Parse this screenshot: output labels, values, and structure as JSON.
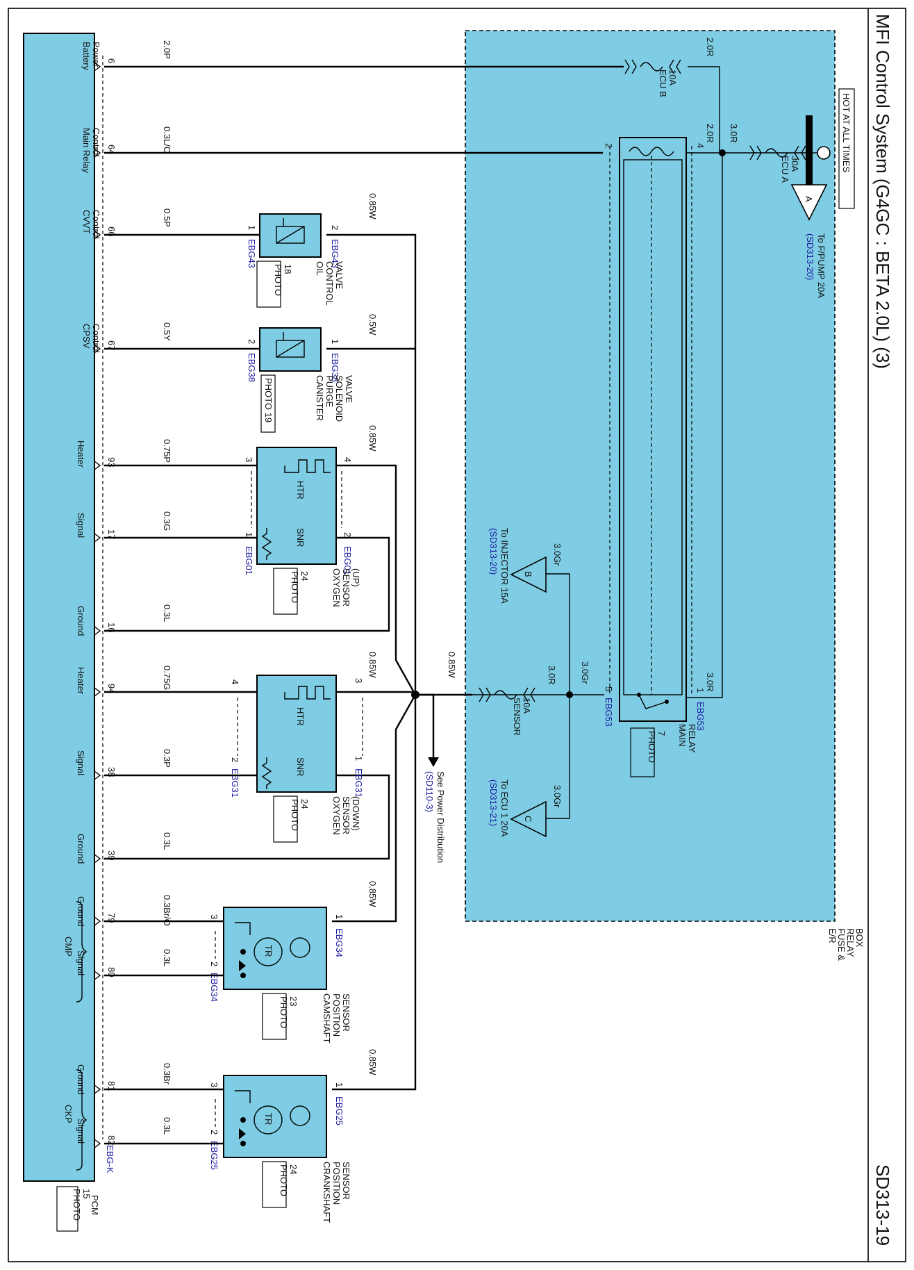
{
  "title": "MFI Control System (G4GC : BETA 2.0L) (3)",
  "page_code": "SD313-19",
  "pcm": {
    "name": "PCM",
    "photo": "PHOTO\n15",
    "connector": "EBG-K",
    "pins": [
      {
        "num": "6",
        "label": "Battery\nPower",
        "wire": "2.0P"
      },
      {
        "num": "64",
        "label": "Main Relay\nControl",
        "wire": "0.3L/O"
      },
      {
        "num": "66",
        "label": "CVVT\nControl",
        "wire": "0.5P"
      },
      {
        "num": "67",
        "label": "CPSV\nControl",
        "wire": "0.5Y"
      },
      {
        "num": "93",
        "label": "Heater",
        "wire": "0.75P"
      },
      {
        "num": "17",
        "label": "Signal",
        "wire": "0.3G"
      },
      {
        "num": "16",
        "label": "Ground",
        "wire": "0.3L"
      },
      {
        "num": "94",
        "label": "Heater",
        "wire": "0.75G"
      },
      {
        "num": "38",
        "label": "Signal",
        "wire": "0.3P"
      },
      {
        "num": "39",
        "label": "Ground",
        "wire": "0.3L"
      },
      {
        "num": "79",
        "label": "Ground",
        "wire": "0.3Br/O"
      },
      {
        "num": "80",
        "label": "Signal",
        "wire": "0.3L"
      },
      {
        "num": "81",
        "label": "Ground",
        "wire": "0.3Br"
      },
      {
        "num": "82",
        "label": "Signal",
        "wire": "0.3L"
      }
    ],
    "cmp_label": "CMP",
    "ckp_label": "CKP"
  },
  "fuse_box": {
    "label": "E/R\nFUSE &\nRELAY\nBOX",
    "hot": "HOT AT ALL TIMES",
    "fuse_ecu_a": "ECU A\n30A",
    "fuse_ecu_b": "ECU B\n10A",
    "fuse_sensor": "SENSOR\n10A",
    "main_relay": "MAIN\nRELAY",
    "relay_photo": "PHOTO\n7",
    "relay_connector": "EBG53",
    "relay_pins": [
      "2",
      "4",
      "5",
      "1"
    ],
    "wire_30r": "3.0R",
    "wire_20r": "2.0R",
    "wire_30gr": "3.0Gr",
    "out_a": {
      "letter": "A",
      "text": "To F/PUMP 20A",
      "ref": "(SD313-20)"
    },
    "out_b": {
      "letter": "B",
      "text": "To INJECTOR 15A",
      "ref": "(SD313-20)"
    },
    "out_c": {
      "letter": "C",
      "text": "To ECU 1 20A",
      "ref": "(SD313-21)"
    }
  },
  "power_dist": {
    "text": "See Power Distribution",
    "ref": "(SD110-3)"
  },
  "wire_085w": "0.85W",
  "wire_05w": "0.5W",
  "components": {
    "ocv": {
      "name": "OIL\nCONTROL\nVALVE",
      "photo": "PHOTO\n18",
      "connector": "EBG43",
      "pin_a": "1",
      "pin_b": "2"
    },
    "cpsv": {
      "name": "CANISTER\nPURGE\nSOLENOID\nVALVE",
      "photo": "PHOTO 19",
      "connector": "EBG38",
      "pin_a": "2",
      "pin_b": "1"
    },
    "o2up": {
      "name": "OXYGEN\nSENSOR\n(UP)",
      "photo": "PHOTO\n24",
      "connector": "EBG01",
      "htr": "HTR",
      "snr": "SNR",
      "pins": [
        "3",
        "1",
        "4",
        "2"
      ]
    },
    "o2down": {
      "name": "OXYGEN\nSENSOR\n(DOWN)",
      "photo": "PHOTO\n24",
      "connector": "EBG31",
      "htr": "HTR",
      "snr": "SNR",
      "pins": [
        "4",
        "2",
        "3",
        "1"
      ]
    },
    "cmp": {
      "name": "CAMSHAFT\nPOSITION\nSENSOR",
      "photo": "PHOTO\n23",
      "connector": "EBG34",
      "tr": "TR",
      "pins": [
        "3",
        "2",
        "1"
      ]
    },
    "ckp": {
      "name": "CRANKSHAFT\nPOSITION\nSENSOR",
      "photo": "PHOTO\n24",
      "connector": "EBG25",
      "tr": "TR",
      "pins": [
        "3",
        "2",
        "1"
      ]
    }
  }
}
